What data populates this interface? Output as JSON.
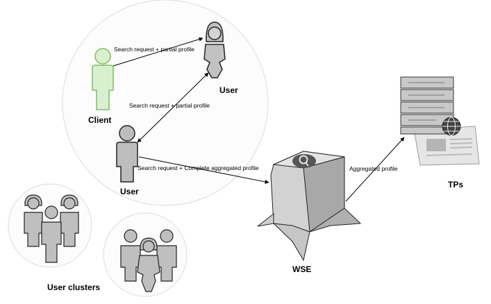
{
  "labels": {
    "edge_client_user": "Search request + partial profile",
    "edge_user_user": "Search request + partial profile",
    "edge_user_wse": "Search request + Complete aggregated profile",
    "edge_wse_tps": "Aggregated profile",
    "client": "Client",
    "user_top": "User",
    "user_bottom": "User",
    "wse": "WSE",
    "tps": "TPs",
    "user_clusters": "User clusters"
  },
  "colors": {
    "client_fill": "#d9f0cf",
    "client_stroke": "#7cbf5e",
    "user_fill": "#bdbdbd",
    "user_stroke": "#222222",
    "circle_stroke": "#dddddd",
    "wse_front": "#d2d2d2",
    "wse_right": "#a8a8a8",
    "wse_top": "#e4e4e4",
    "wse_icon": "#555555"
  },
  "icons": [
    "client-person-icon",
    "user-female-icon",
    "user-person-icon",
    "wse-search-engine-icon",
    "search-cloud-icon",
    "server-stack-icon",
    "globe-icon",
    "web-page-icon",
    "group-people-icon"
  ]
}
